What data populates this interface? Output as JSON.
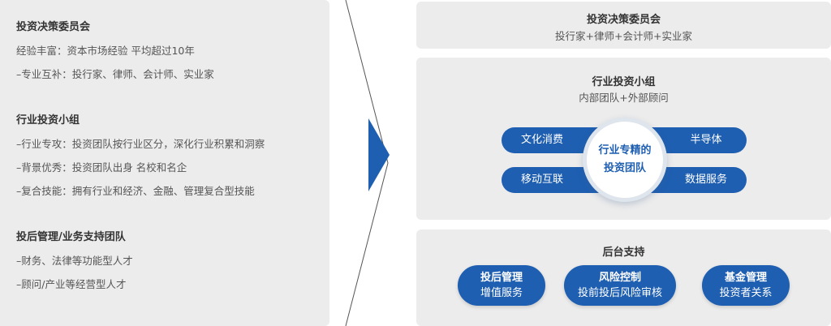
{
  "left": {
    "sections": [
      {
        "title": "投资决策委员会",
        "lines": [
          "经验丰富：资本市场经验 平均超过10年",
          "–专业互补：投行家、律师、会计师、实业家"
        ]
      },
      {
        "title": "行业投资小组",
        "lines": [
          "–行业专攻：投资团队按行业区分，深化行业积累和洞察",
          "–背景优秀：投资团队出身 名校和名企",
          "–复合技能：拥有行业和经济、金融、管理复合型技能"
        ]
      },
      {
        "title": "投后管理/业务支持团队",
        "lines": [
          "–财务、法律等功能型人才",
          "–顾问/产业等经营型人才"
        ]
      }
    ]
  },
  "right": {
    "committee": {
      "title": "投资决策委员会",
      "subtitle": "投行家+律师+会计师+实业家"
    },
    "industry": {
      "title": "行业投资小组",
      "subtitle": "内部团队+外部顾问",
      "pills": [
        "文化消费",
        "半导体",
        "移动互联",
        "数据服务"
      ],
      "center": [
        "行业专精的",
        "投资团队"
      ]
    },
    "backoffice": {
      "title": "后台支持",
      "items": [
        {
          "title": "投后管理",
          "subtitle": "增值服务"
        },
        {
          "title": "风险控制",
          "subtitle": "投前投后风险审核"
        },
        {
          "title": "基金管理",
          "subtitle": "投资者关系"
        }
      ]
    }
  },
  "colors": {
    "accent": "#1f5fb1",
    "panel": "#ececec",
    "text": "#444444"
  }
}
